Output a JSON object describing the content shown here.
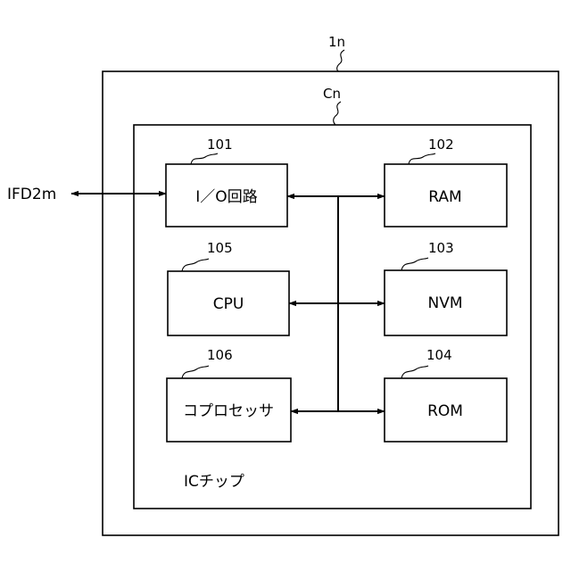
{
  "card": {
    "ref": "1n"
  },
  "chip": {
    "ref": "Cn",
    "label": "ICチップ"
  },
  "external": {
    "label": "IFD2m"
  },
  "blocks": {
    "io": {
      "label": "I／O回路",
      "ref": "101"
    },
    "ram": {
      "label": "RAM",
      "ref": "102"
    },
    "nvm": {
      "label": "NVM",
      "ref": "103"
    },
    "rom": {
      "label": "ROM",
      "ref": "104"
    },
    "cpu": {
      "label": "CPU",
      "ref": "105"
    },
    "cop": {
      "label": "コプロセッサ",
      "ref": "106"
    }
  }
}
